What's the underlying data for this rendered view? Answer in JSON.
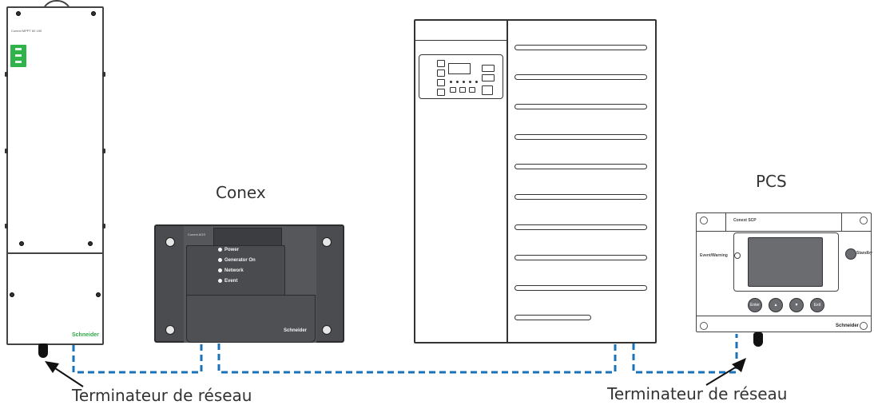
{
  "labels": {
    "conex": "Conex",
    "pcs": "PCS",
    "terminator_left": "Terminateur de réseau",
    "terminator_right": "Terminateur de réseau"
  },
  "mppt": {
    "model": "Conext MPPT 60 150",
    "brand": "Schneider"
  },
  "ags": {
    "title": "Conext AGS",
    "leds": [
      "Power",
      "Generator On",
      "Network",
      "Event"
    ],
    "brand": "Schneider"
  },
  "scp": {
    "title": "Conext SCP",
    "event_label": "Event/Warning",
    "standby_label": "Standby",
    "buttons": [
      "Enter",
      "▲",
      "▼",
      "Exit"
    ],
    "brand": "Schneider"
  },
  "colors": {
    "network_cable": "#1a72b8",
    "arrow": "#111111",
    "ags_body": "#4b4c4f",
    "brand_green": "#2fa846"
  }
}
